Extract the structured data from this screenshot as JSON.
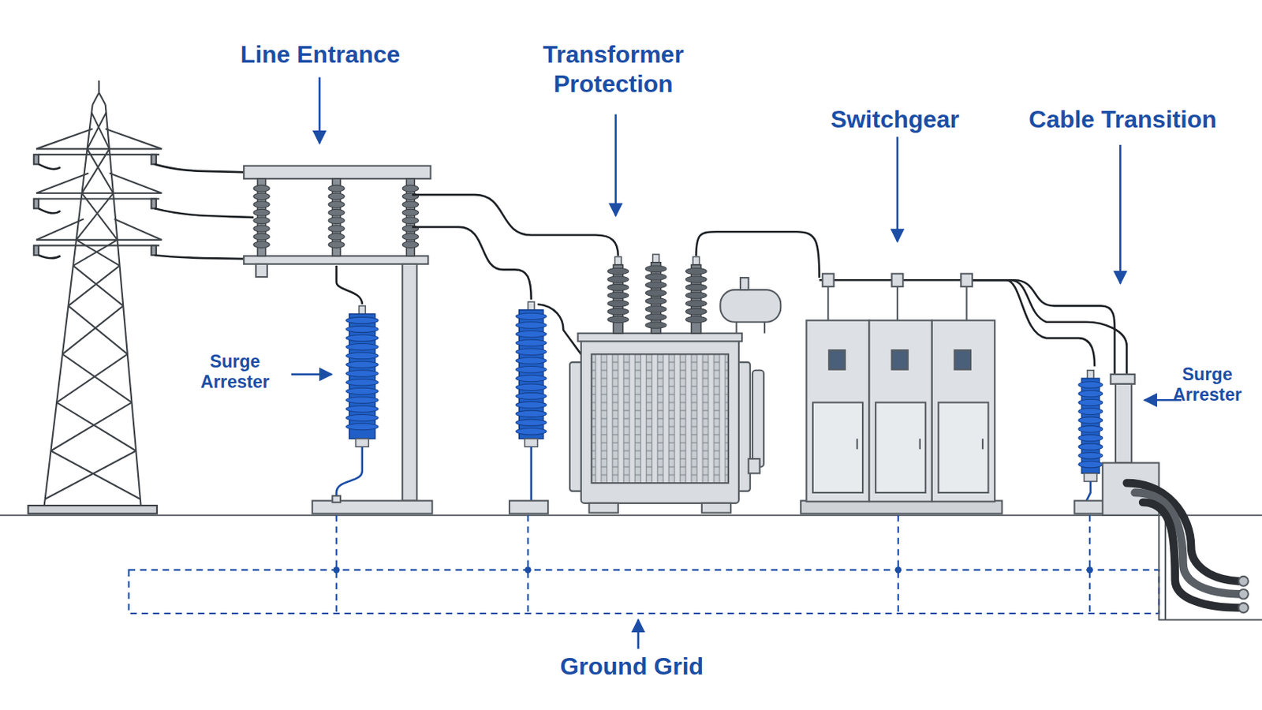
{
  "diagram": {
    "labels": [
      "Line Entrance",
      "Transformer Protection",
      "Surge Arrester",
      "Switchgear",
      "Cable Transition",
      "Surge Arrester",
      "Ground Grid"
    ]
  }
}
